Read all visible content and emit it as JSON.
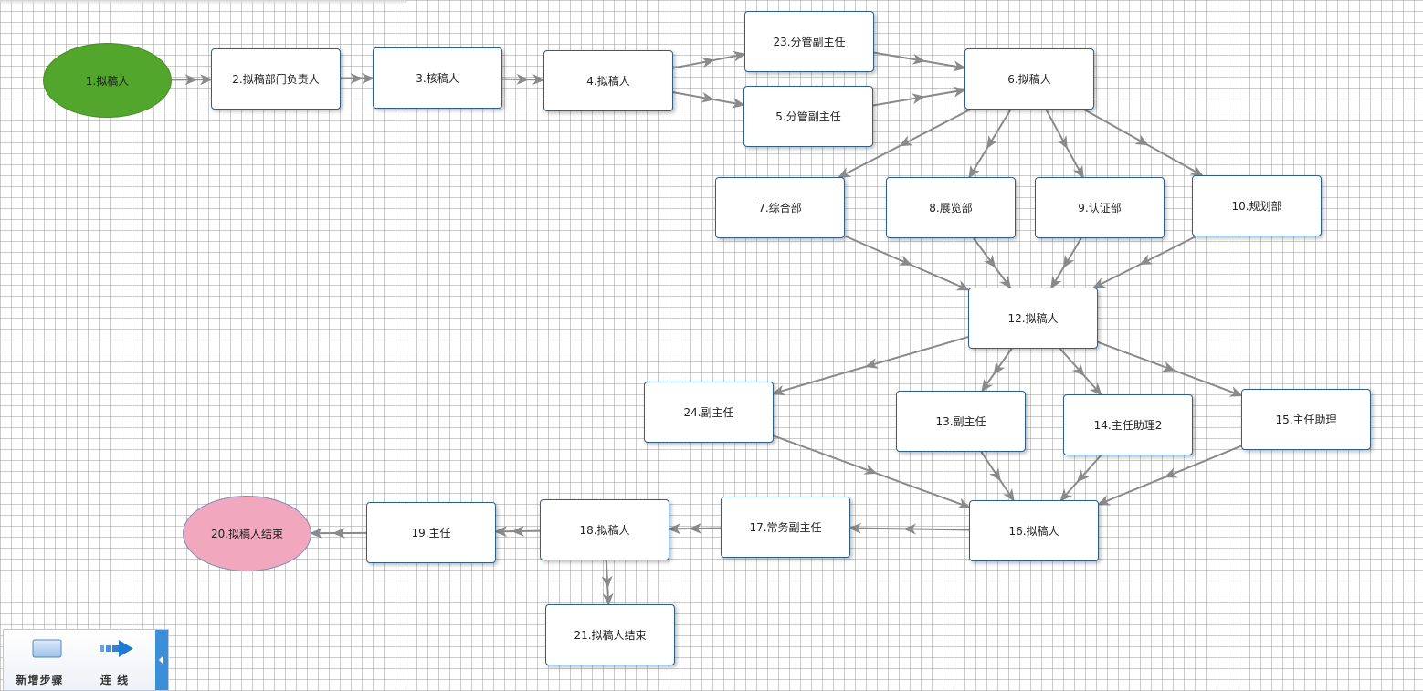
{
  "nodes": [
    {
      "id": "1",
      "label": "1.拟稿人"
    },
    {
      "id": "2",
      "label": "2.拟稿部门负责人"
    },
    {
      "id": "3",
      "label": "3.核稿人"
    },
    {
      "id": "4",
      "label": "4.拟稿人"
    },
    {
      "id": "23",
      "label": "23.分管副主任"
    },
    {
      "id": "5",
      "label": "5.分管副主任"
    },
    {
      "id": "6",
      "label": "6.拟稿人"
    },
    {
      "id": "7",
      "label": "7.综合部"
    },
    {
      "id": "8",
      "label": "8.展览部"
    },
    {
      "id": "9",
      "label": "9.认证部"
    },
    {
      "id": "10",
      "label": "10.规划部"
    },
    {
      "id": "12",
      "label": "12.拟稿人"
    },
    {
      "id": "24",
      "label": "24.副主任"
    },
    {
      "id": "13",
      "label": "13.副主任"
    },
    {
      "id": "14",
      "label": "14.主任助理2"
    },
    {
      "id": "15",
      "label": "15.主任助理"
    },
    {
      "id": "16",
      "label": "16.拟稿人"
    },
    {
      "id": "17",
      "label": "17.常务副主任"
    },
    {
      "id": "18",
      "label": "18.拟稿人"
    },
    {
      "id": "19",
      "label": "19.主任"
    },
    {
      "id": "20",
      "label": "20.拟稿人结束"
    },
    {
      "id": "21",
      "label": "21.拟稿人结束"
    }
  ],
  "edges": [
    [
      "1",
      "2"
    ],
    [
      "2",
      "3"
    ],
    [
      "3",
      "4"
    ],
    [
      "4",
      "23"
    ],
    [
      "4",
      "5"
    ],
    [
      "23",
      "6"
    ],
    [
      "5",
      "6"
    ],
    [
      "6",
      "7"
    ],
    [
      "6",
      "8"
    ],
    [
      "6",
      "9"
    ],
    [
      "6",
      "10"
    ],
    [
      "7",
      "12"
    ],
    [
      "8",
      "12"
    ],
    [
      "9",
      "12"
    ],
    [
      "10",
      "12"
    ],
    [
      "12",
      "24"
    ],
    [
      "12",
      "13"
    ],
    [
      "12",
      "14"
    ],
    [
      "12",
      "15"
    ],
    [
      "24",
      "16"
    ],
    [
      "13",
      "16"
    ],
    [
      "14",
      "16"
    ],
    [
      "15",
      "16"
    ],
    [
      "16",
      "17"
    ],
    [
      "17",
      "18"
    ],
    [
      "18",
      "19"
    ],
    [
      "19",
      "20"
    ],
    [
      "18",
      "21"
    ]
  ],
  "toolbox": {
    "add_step_label": "新增步骤",
    "connect_label": "连 线"
  },
  "colors": {
    "start_fill": "#51a62b",
    "end_fill": "#f1a7bd",
    "node_border": "#2f5e8a",
    "edge": "#8a8a8a",
    "toolbox_accent": "#3b8fd9"
  },
  "icons": {
    "add_step": "rectangle-icon",
    "connect": "arrow-right-icon",
    "collapse": "chevron-left-icon"
  }
}
